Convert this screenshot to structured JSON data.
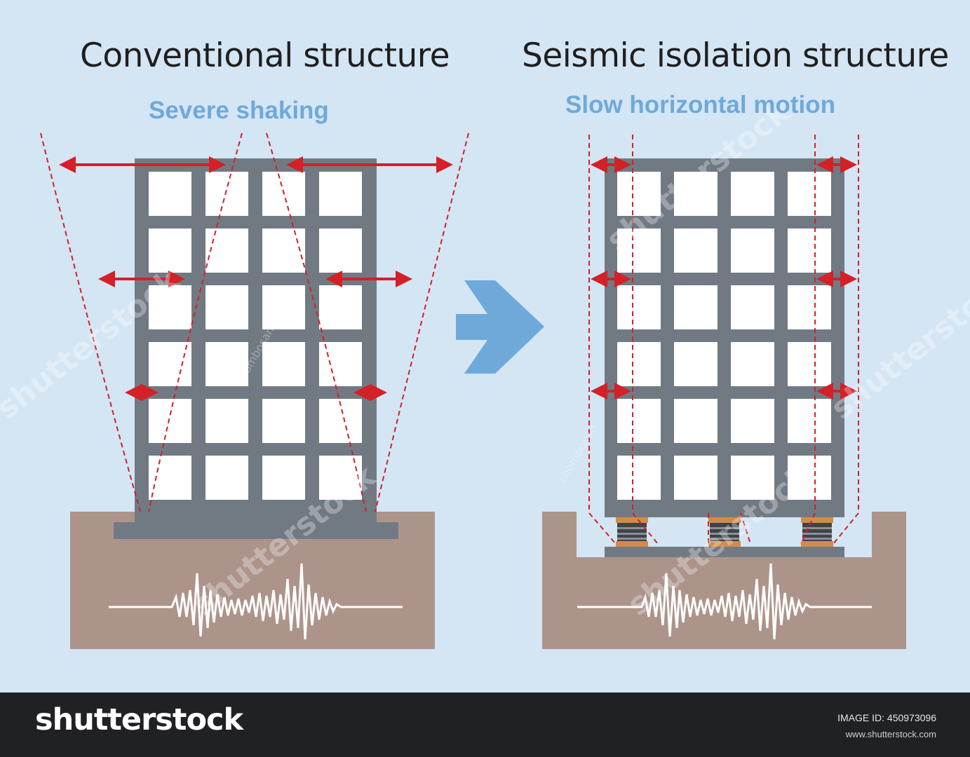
{
  "left_panel": {
    "title": "Conventional structure",
    "subtitle": "Severe shaking"
  },
  "right_panel": {
    "title": "Seismic isolation structure",
    "subtitle": "Slow horizontal motion"
  },
  "footer": {
    "brand": "shutterstock",
    "image_id": "IMAGE ID: 450973096",
    "url": "www.shutterstock.com"
  },
  "watermark": {
    "text": "shutterstock",
    "author": "chombosan"
  },
  "colors": {
    "background": "#d4e5f4",
    "frame": "#717a83",
    "window": "#ffffff",
    "ground": "#ad948b",
    "arrow_red": "#d42027",
    "arrow_blue": "#6fa9da",
    "dashed_line": "#d42027",
    "isolator_rubber": "#d18c4b",
    "isolator_steel": "#3f4348",
    "footer_bg": "#202124"
  }
}
